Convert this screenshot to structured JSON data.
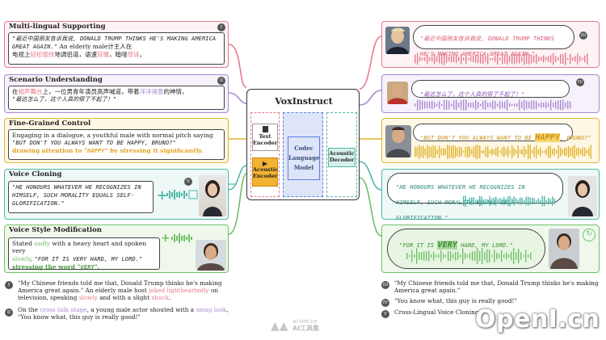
{
  "center": {
    "title": "VoxInstruct",
    "text_encoder": "Text Encoder",
    "acoustic_encoder": "Acoustic Encoder",
    "codec_model": "Codec Language Model",
    "acoustic_decoder": "Acoustic Decoder"
  },
  "colors": {
    "pink": "#e87a8c",
    "purple": "#a98bd0",
    "gold": "#e3b330",
    "teal": "#4fb8a8",
    "green": "#72c06a",
    "blue": "#5a7fe0",
    "orange": "#f2b233"
  },
  "left_panels": [
    {
      "title": "Multi-lingual Supporting",
      "badge": "I",
      "hw": "\"最近中国朋友告诉我说, DONALD TRUMP THINKS HE'S MAKING AMERICA GREAT AGAIN.\"",
      "line_a": " An elderly male计主人在",
      "line_b": "电视上",
      "c1": "轻松愉快",
      "line_c": "地调侣道，语速",
      "c2": "较慢",
      "line_d": "，暗哑",
      "c3": "惊讶",
      "line_e": "。"
    },
    {
      "title": "Scenario Understanding",
      "badge": "II",
      "l1a": "在",
      "l1b": "相声舞台",
      "l1c": "上，一位男青年演员高声喊道，带着",
      "l1d": "洋洋得意",
      "l1e": "的神情，",
      "hw": "\"最这怎么了，这个人真的很了不起了！\""
    },
    {
      "title": "Fine-Grained Control",
      "l1": "Engaging in a dialogue, a youthful male with normal pitch saying",
      "hw": "\"BUT DON'T YOU ALWAYS WANT TO BE HAPPY, BRUNO?\"",
      "l3": "drawing attention to \"",
      "l3b": "HAPPY",
      "l3c": "\" by stressing it significantly."
    },
    {
      "title": "Voice Cloning",
      "badge": "V",
      "hw": "\"HE HONOURS WHATEVER HE RECOGNIZES IN HIMSELF, SUCH MORALITY EQUALS SELF-GLORIFICATION.\""
    },
    {
      "title": "Voice Style Modification",
      "l1a": "Stated ",
      "l1b": "sadly",
      "l1c": " with a heavy heart and spoken very",
      "l2a": "slowly",
      "l2b": ",",
      "l2hw": "\"FOR IT IS VERY HARD, MY LORD.\"",
      "l3a": "stressing the word \"",
      "l3b": "VERY",
      "l3c": "\"."
    }
  ],
  "right_outputs": [
    {
      "badge": "III",
      "hw": "\"最近中国朋友告诉我说, DONALD TRUMP THINKS HE'S MAKING AMERICA GREAT AGAIN.\""
    },
    {
      "badge": "IV",
      "hw": "\"最这怎么了，这个人真的很了不起了！\""
    },
    {
      "hw_a": "\"BUT DON'T YOU ALWAYS WANT TO BE ",
      "hw_b": "HAPPY",
      "hw_c": ", BRUNO?\""
    },
    {
      "hw": "\"HE HONOURS WHATEVER HE RECOGNIZES IN HIMSELF, SUCH MORALITY EQUALS SELF-GLORIFICATION.\""
    },
    {
      "hw_a": "\"FOR IT IS ",
      "hw_b": "VERY",
      "hw_c": " HARD, MY LORD.\""
    }
  ],
  "notes_left": [
    {
      "badge": "I",
      "a": "\"My Chinese friends told me that, Donald Trump thinks he's making America great again.\" An elderly male host ",
      "b": "joked lightheartedly",
      "c": " on television, speaking ",
      "d": "slowly",
      "e": " and with a slight ",
      "f": "shock",
      "g": "."
    },
    {
      "badge": "II",
      "a": "On the ",
      "b": "cross talk stage",
      "c": ", a young male actor shouted with a ",
      "d": "smug look",
      "e": ", \"You know what, this guy is really good!\""
    }
  ],
  "notes_right": [
    {
      "badge": "III",
      "text": "\"My Chinese friends told me that, Donald Trump thinks he's making America great again.\""
    },
    {
      "badge": "IV",
      "text": "\"You know what, this guy is really good!\""
    },
    {
      "badge": "V",
      "text": "Cross-Lingual Voice Cloning"
    }
  ],
  "watermark": {
    "line1": "ai-bot.cn",
    "line2": "AI工具集",
    "big": "OpenI.cn"
  }
}
